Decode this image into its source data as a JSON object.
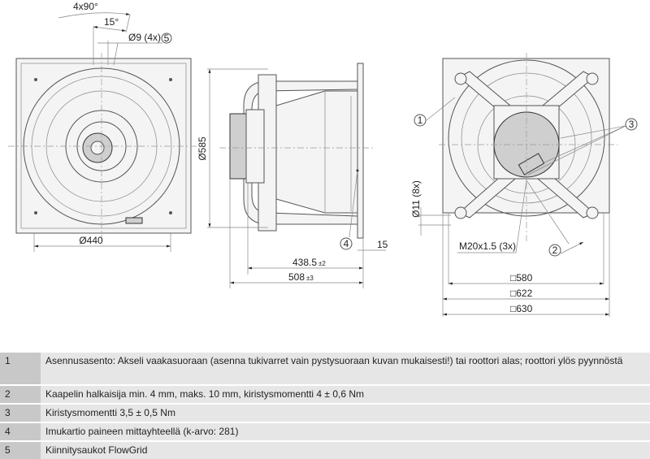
{
  "drawing": {
    "top_view": {
      "angle_label": "4x90°",
      "offset_label": "15°",
      "hole_label": "Ø9 (4x)",
      "hole_callout": "5",
      "width_label": "Ø440"
    },
    "side_view": {
      "diameter_label": "Ø585",
      "depth_label": "438.5",
      "depth_tol": "±2",
      "overall_label": "508",
      "overall_tol": "±3",
      "flange_label": "15",
      "callout": "4"
    },
    "rear_view": {
      "callout_1": "1",
      "callout_2": "2",
      "callout_3": "3",
      "mount_hole_label": "Ø11 (8x)",
      "gland_label": "M20x1.5 (3x)",
      "dim_580": "□580",
      "dim_622": "□622",
      "dim_630": "□630"
    }
  },
  "notes": [
    {
      "num": "1",
      "text": "Asennusasento: Akseli vaakasuoraan (asenna tukivarret vain pystysuoraan kuvan mukaisesti!) tai roottori alas; roottori ylös pyynnöstä"
    },
    {
      "num": "2",
      "text": "Kaapelin halkaisija min. 4 mm, maks. 10 mm, kiristysmomentti 4 ± 0,6 Nm"
    },
    {
      "num": "3",
      "text": "Kiristysmomentti 3,5 ± 0,5 Nm"
    },
    {
      "num": "4",
      "text": "Imukartio paineen mittayhteellä (k-arvo: 281)"
    },
    {
      "num": "5",
      "text": "Kiinnitysaukot FlowGrid"
    }
  ]
}
